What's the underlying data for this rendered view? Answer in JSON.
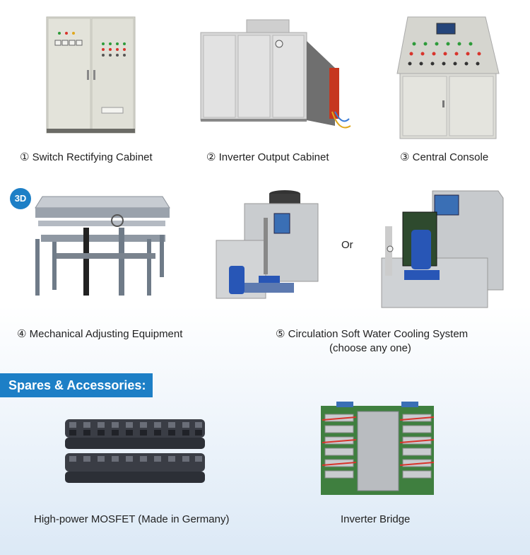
{
  "equipment": [
    {
      "caption": "① Switch Rectifying Cabinet"
    },
    {
      "caption": "② Inverter Output Cabinet"
    },
    {
      "caption": "③ Central Console"
    },
    {
      "caption": "④ Mechanical Adjusting Equipment",
      "badge": "3D"
    },
    {
      "caption": "⑤ Circulation Soft Water Cooling System",
      "subcaption": "(choose any one)"
    }
  ],
  "or_label": "Or",
  "cabinet_plate": "",
  "spares": {
    "heading": "Spares & Accessories:",
    "items": [
      {
        "caption": "High-power MOSFET (Made in Germany)"
      },
      {
        "caption": "Inverter Bridge"
      }
    ]
  }
}
